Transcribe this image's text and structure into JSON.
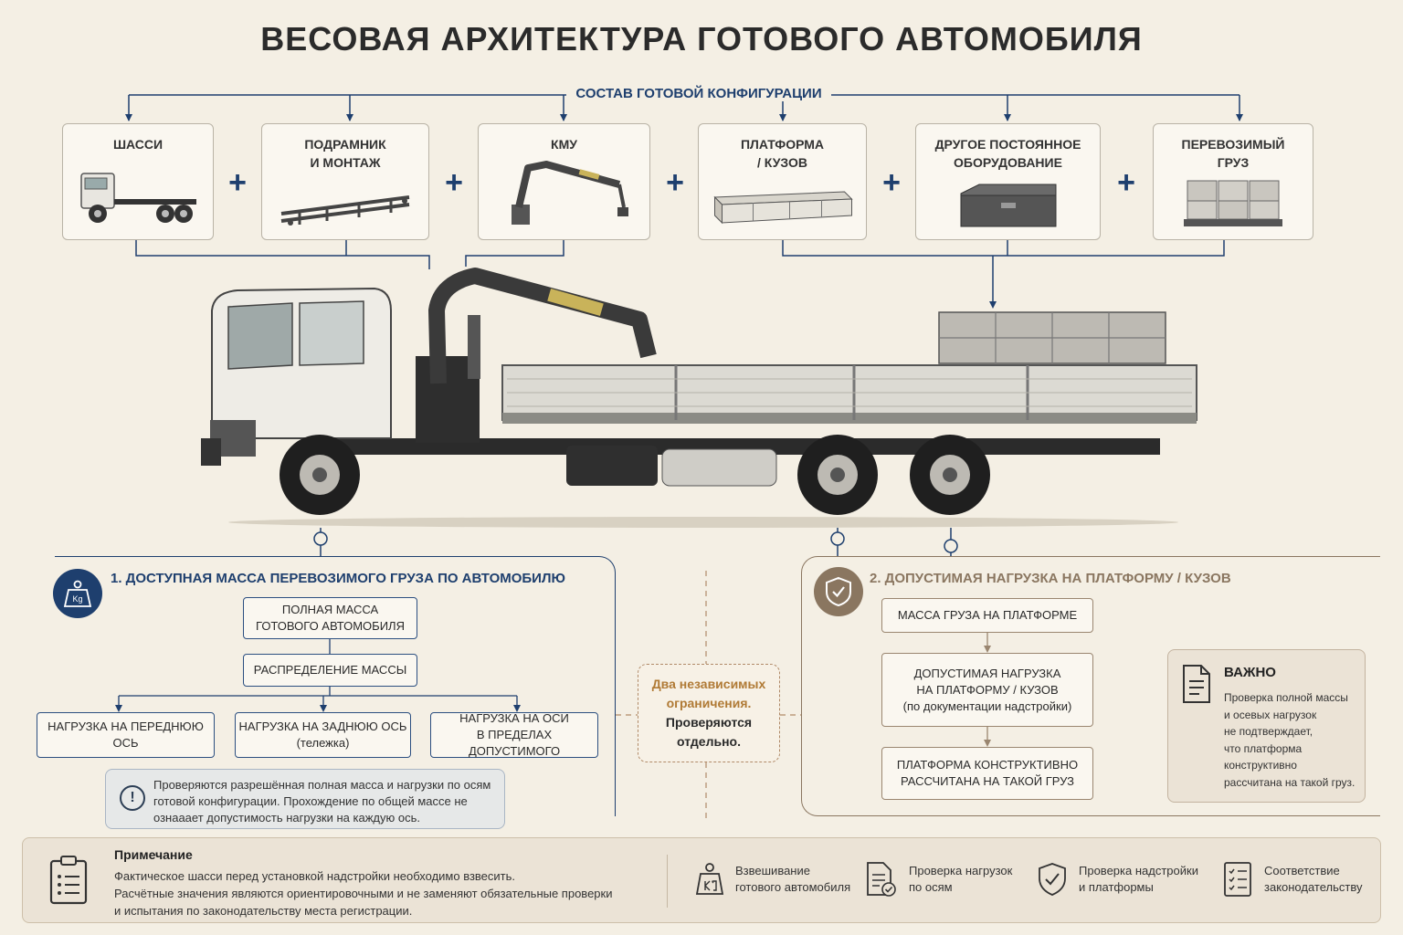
{
  "title": "ВЕСОВАЯ АРХИТЕКТУРА ГОТОВОГО АВТОМОБИЛЯ",
  "composition": {
    "title": "СОСТАВ ГОТОВОЙ КОНФИГУРАЦИИ",
    "plus_sign": "+",
    "items": [
      {
        "label": "ШАССИ",
        "icon": "chassis-icon"
      },
      {
        "label": "ПОДРАМНИК\nИ МОНТАЖ",
        "icon": "subframe-icon"
      },
      {
        "label": "КМУ",
        "icon": "crane-icon"
      },
      {
        "label": "ПЛАТФОРМА\n/ КУЗОВ",
        "icon": "platform-icon"
      },
      {
        "label": "ДРУГОЕ ПОСТОЯННОЕ\nОБОРУДОВАНИЕ",
        "icon": "toolbox-icon"
      },
      {
        "label": "ПЕРЕВОЗИМЫЙ\nГРУЗ",
        "icon": "cargo-icon"
      }
    ]
  },
  "section1": {
    "title": "1. ДОСТУПНАЯ МАССА ПЕРЕВОЗИМОГО ГРУЗА ПО АВТОМОБИЛЮ",
    "badge_text": "Kg",
    "gross_mass": "ПОЛНАЯ МАССА\nГОТОВОГО АВТОМОБИЛЯ",
    "distribution": "РАСПРЕДЕЛЕНИЕ МАССЫ",
    "front_axle": "НАГРУЗКА НА ПЕРЕДНЮЮ ОСЬ",
    "rear_axle": "НАГРУЗКА НА ЗАДНЮЮ ОСЬ",
    "rear_axle_sub": "(тележка)",
    "axles_limit": "НАГРУЗКА НА ОСИ\nВ ПРЕДЕЛАХ ДОПУСТИМОГО",
    "info_icon": "!",
    "info": "Проверяются разрешённая полная масса и нагрузки по осям готовой конфигурации. Прохождение по общей массе не ознааает допустимость нагрузки на каждую ось."
  },
  "middle": {
    "line1": "Два независимых",
    "line2": "ограничения.",
    "line3": "Проверяются",
    "line4": "отдельно."
  },
  "section2": {
    "title": "2. ДОПУСТИМАЯ НАГРУЗКА НА ПЛАТФОРМУ / КУЗОВ",
    "cargo_mass": "МАССА ГРУЗА НА ПЛАТФОРМЕ",
    "allowed_load": "ДОПУСТИМАЯ НАГРУЗКА\nНА ПЛАТФОРМУ / КУЗОВ",
    "allowed_load_sub": "(по документации надстройки)",
    "platform_designed": "ПЛАТФОРМА КОНСТРУКТИВНО\nРАССЧИТАНА НА ТАКОЙ ГРУЗ"
  },
  "important": {
    "title": "ВАЖНО",
    "text": "Проверка полной массы\nи осевых нагрузок\nне подтверждает,\nчто платформа\nконструктивно\nрассчитана на такой груз."
  },
  "footer": {
    "title": "Примечание",
    "line1": "Фактическое шасси перед установкой надстройки необходимо взвесить.",
    "line2": "Расчётные значения являются ориентировочными и не заменяют обязательные проверки",
    "line3": "и испытания по законодательству места регистрации.",
    "checks": [
      {
        "label": "Взвешивание\nготового автомобиля",
        "icon": "scale-weight-icon"
      },
      {
        "label": "Проверка нагрузок\nпо осям",
        "icon": "document-check-icon"
      },
      {
        "label": "Проверка надстройки\nи платформы",
        "icon": "shield-check-icon"
      },
      {
        "label": "Соответствие\nзаконодательству",
        "icon": "checklist-icon"
      }
    ]
  },
  "colors": {
    "navy": "#1e3f6e",
    "brown": "#8a7660",
    "background": "#f4efe4"
  }
}
